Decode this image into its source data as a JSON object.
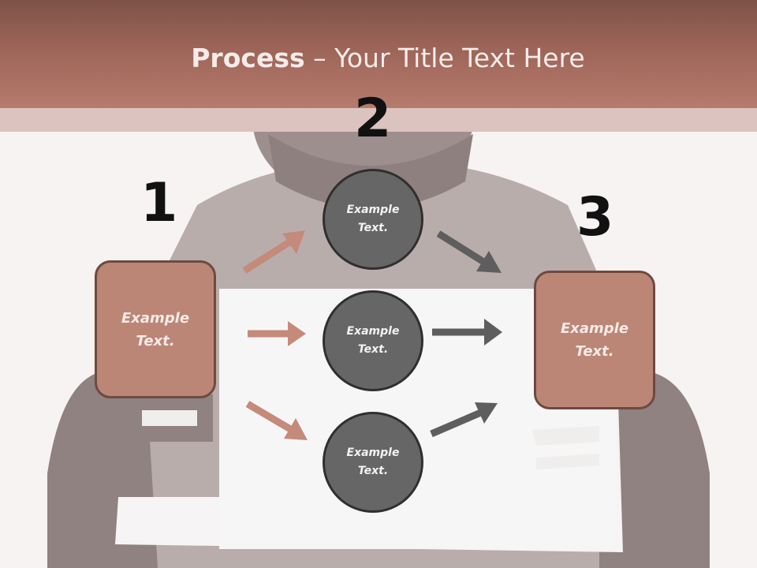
{
  "title": {
    "bold": "Process",
    "rest": " – Your Title Text Here"
  },
  "steps": [
    {
      "number": "1",
      "text": "Example Text."
    },
    {
      "number": "2"
    },
    {
      "number": "3",
      "text": "Example Text."
    }
  ],
  "circles": [
    {
      "text": "Example Text."
    },
    {
      "text": "Example Text."
    },
    {
      "text": "Example Text."
    }
  ],
  "colors": {
    "header": "#a46a5d",
    "box_fill": "#bc8676",
    "circle_fill": "#666666",
    "arrow_left": "#c48a7a",
    "arrow_right": "#5e5e5e"
  }
}
